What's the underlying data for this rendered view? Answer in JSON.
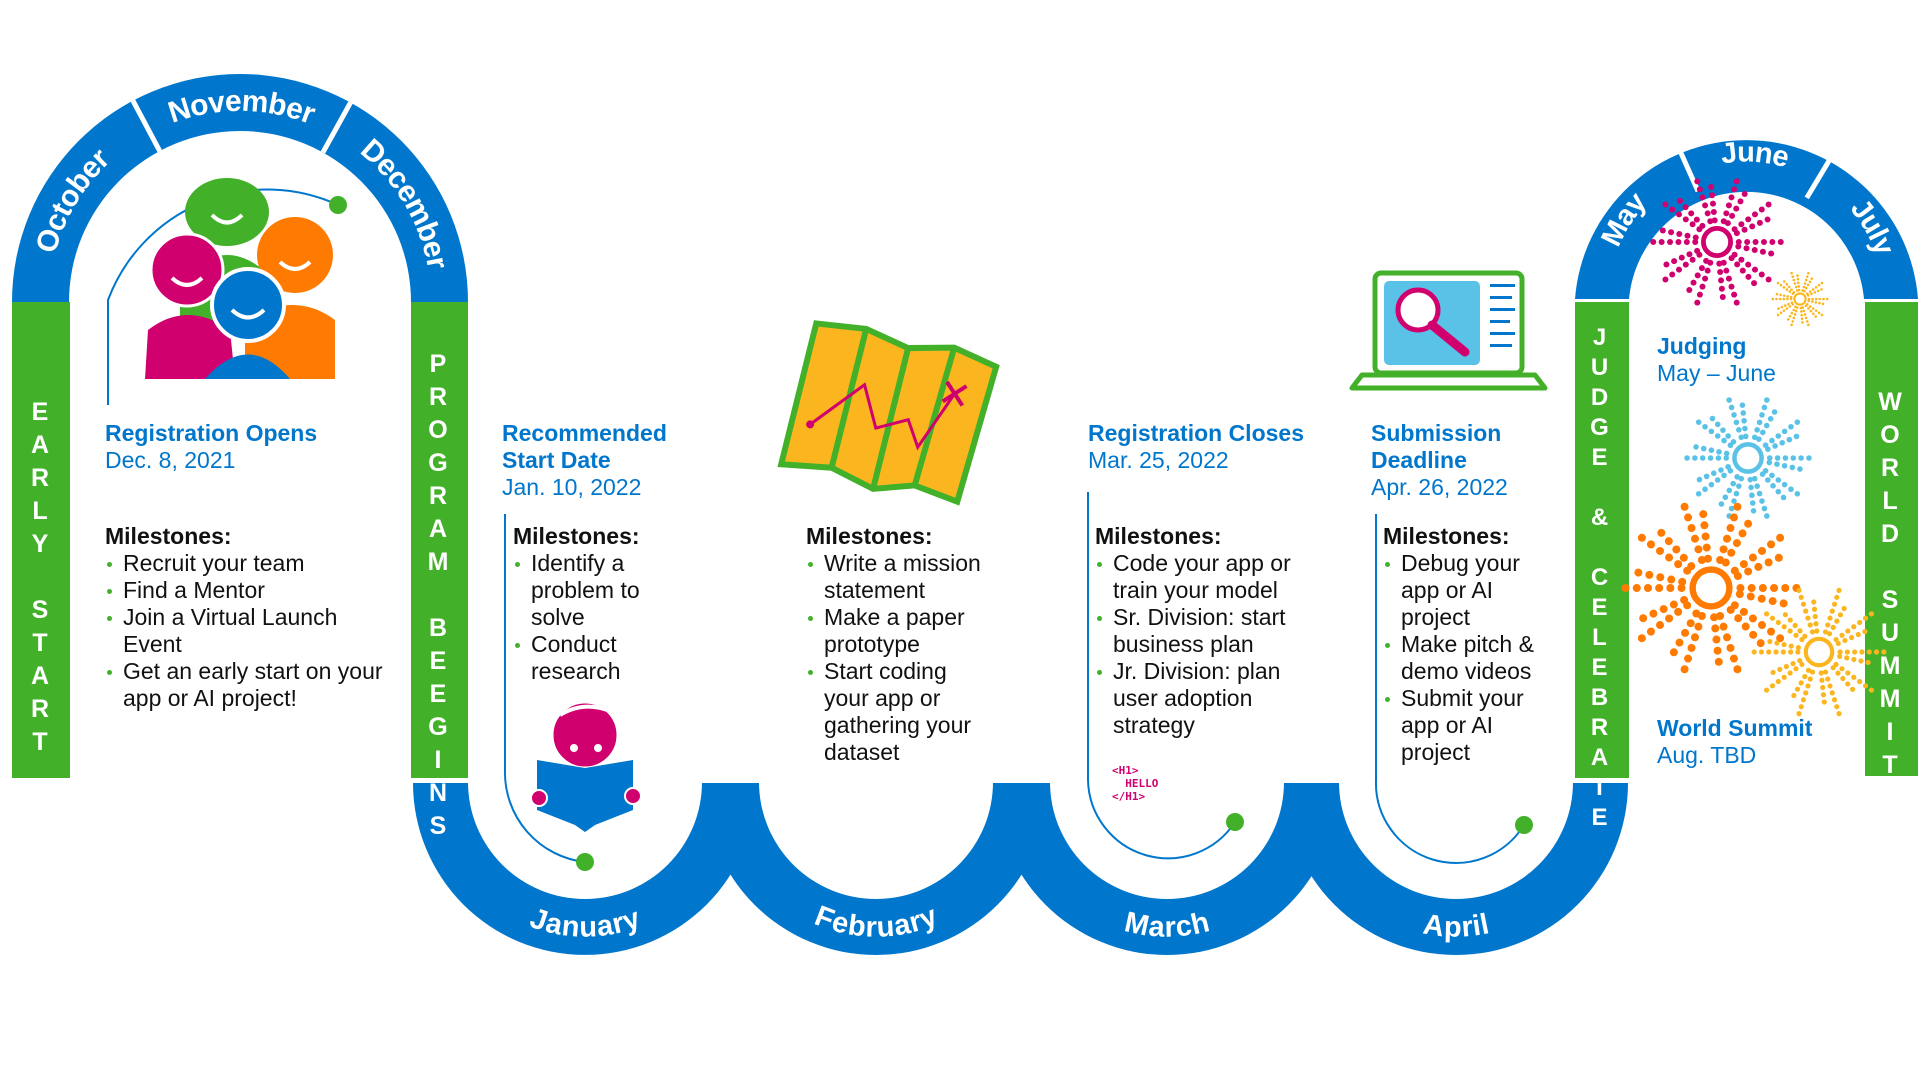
{
  "colors": {
    "blue": "#0077cc",
    "green": "#43b02a",
    "magenta": "#d1006f",
    "orange": "#ff7a00",
    "yellow": "#fbb61f",
    "light_blue": "#5bc2e7"
  },
  "arches": {
    "left": [
      "October",
      "November",
      "December"
    ],
    "right": [
      "May",
      "June",
      "July"
    ]
  },
  "bottom_months": [
    "January",
    "February",
    "March",
    "April"
  ],
  "pillars": {
    "early_start": "EARLY START",
    "program_begins": "PROGRAM BEEGINS",
    "judge_celebrate": "JUDGE & CELEBRATE",
    "world_summit": "WORLD SUMMIT"
  },
  "events": {
    "registration_opens": {
      "title": "Registration Opens",
      "date": "Dec. 8, 2021"
    },
    "start_date": {
      "title": "Recommended Start Date",
      "date": "Jan. 10, 2022"
    },
    "registration_closes": {
      "title": "Registration Closes",
      "date": "Mar. 25, 2022"
    },
    "submission_deadline": {
      "title": "Submission Deadline",
      "date": "Apr. 26, 2022"
    },
    "judging": {
      "title": "Judging",
      "date": "May – June"
    },
    "world_summit": {
      "title": "World Summit",
      "date": "Aug. TBD"
    }
  },
  "milestones": {
    "heading": "Milestones:",
    "early": [
      "Recruit your team",
      "Find a Mentor",
      "Join a Virtual Launch Event",
      "Get an early start on your app or AI project!"
    ],
    "january": [
      "Identify a problem to solve",
      "Conduct research"
    ],
    "february": [
      "Write a mission statement",
      "Make a paper prototype",
      "Start coding your app or gathering your dataset"
    ],
    "march": [
      "Code your app or train your model",
      "Sr. Division: start business plan",
      "Jr. Division: plan user adoption strategy"
    ],
    "april": [
      "Debug your app or AI project",
      "Make pitch & demo videos",
      "Submit your app or AI project"
    ]
  },
  "code_snippet": "<H1>\n  HELLO\n</H1>"
}
